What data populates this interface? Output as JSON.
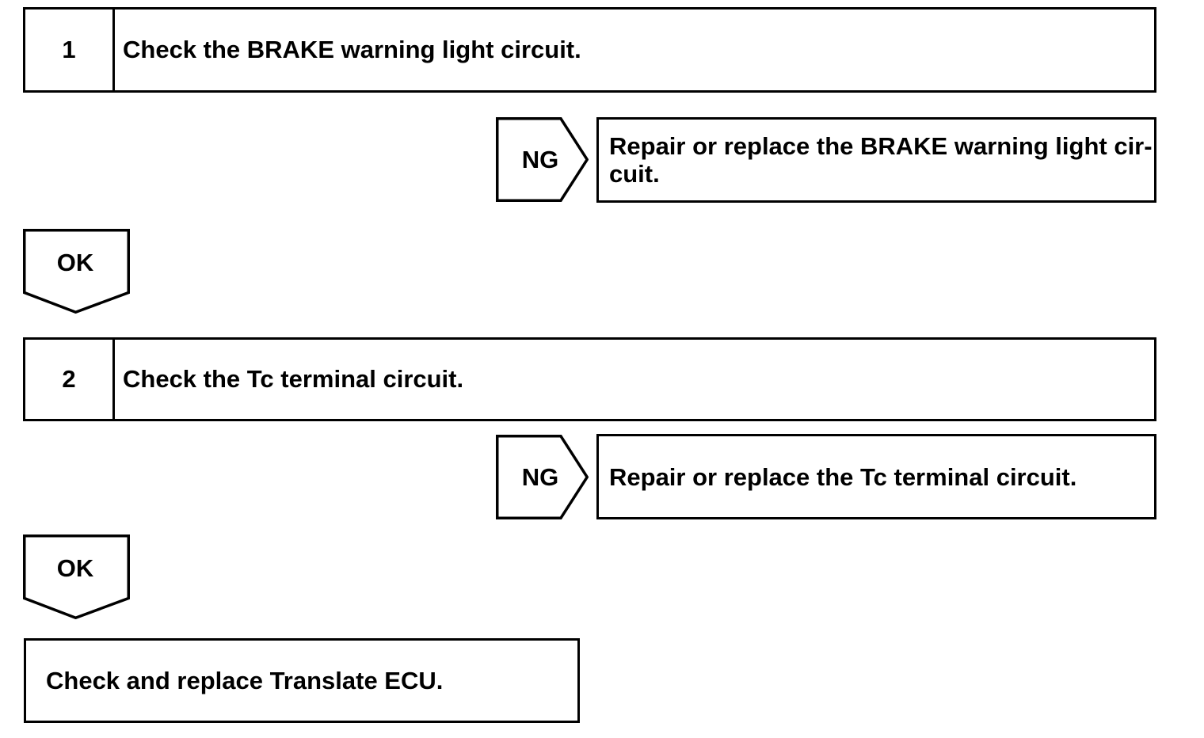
{
  "page": {
    "background_color": "#ffffff",
    "line_color": "#000000"
  },
  "flowchart": {
    "ng_label": "NG",
    "ok_label": "OK",
    "steps": [
      {
        "number": "1",
        "instruction": "Check the BRAKE warning light circuit.",
        "ng_result": "Repair or replace the BRAKE warning light cir-\ncuit."
      },
      {
        "number": "2",
        "instruction": "Check the Tc terminal circuit.",
        "ng_result": "Repair or replace the Tc terminal circuit."
      }
    ],
    "final_action": "Check and replace Translate ECU."
  }
}
